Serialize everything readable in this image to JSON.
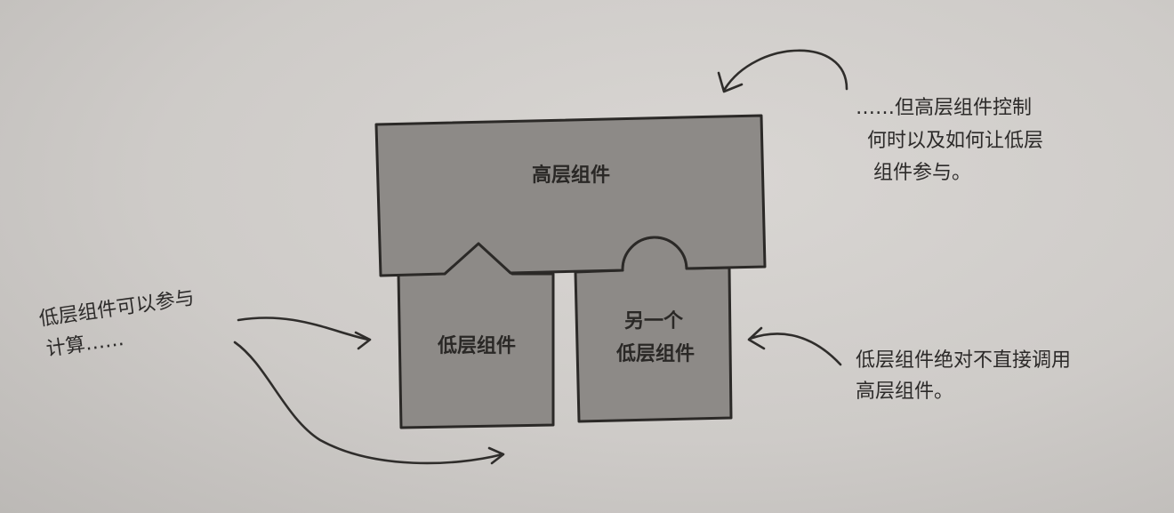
{
  "diagram": {
    "high_component": "高层组件",
    "low_component": "低层组件",
    "other_low_component": [
      "另一个",
      "低层组件"
    ]
  },
  "annotations": {
    "top_right": [
      "……但高层组件控制",
      "何时以及如何让低层",
      "组件参与。"
    ],
    "left": [
      "低层组件可以参与",
      "计算……"
    ],
    "bottom_right": [
      "低层组件绝对不直接调用",
      "高层组件。"
    ]
  }
}
